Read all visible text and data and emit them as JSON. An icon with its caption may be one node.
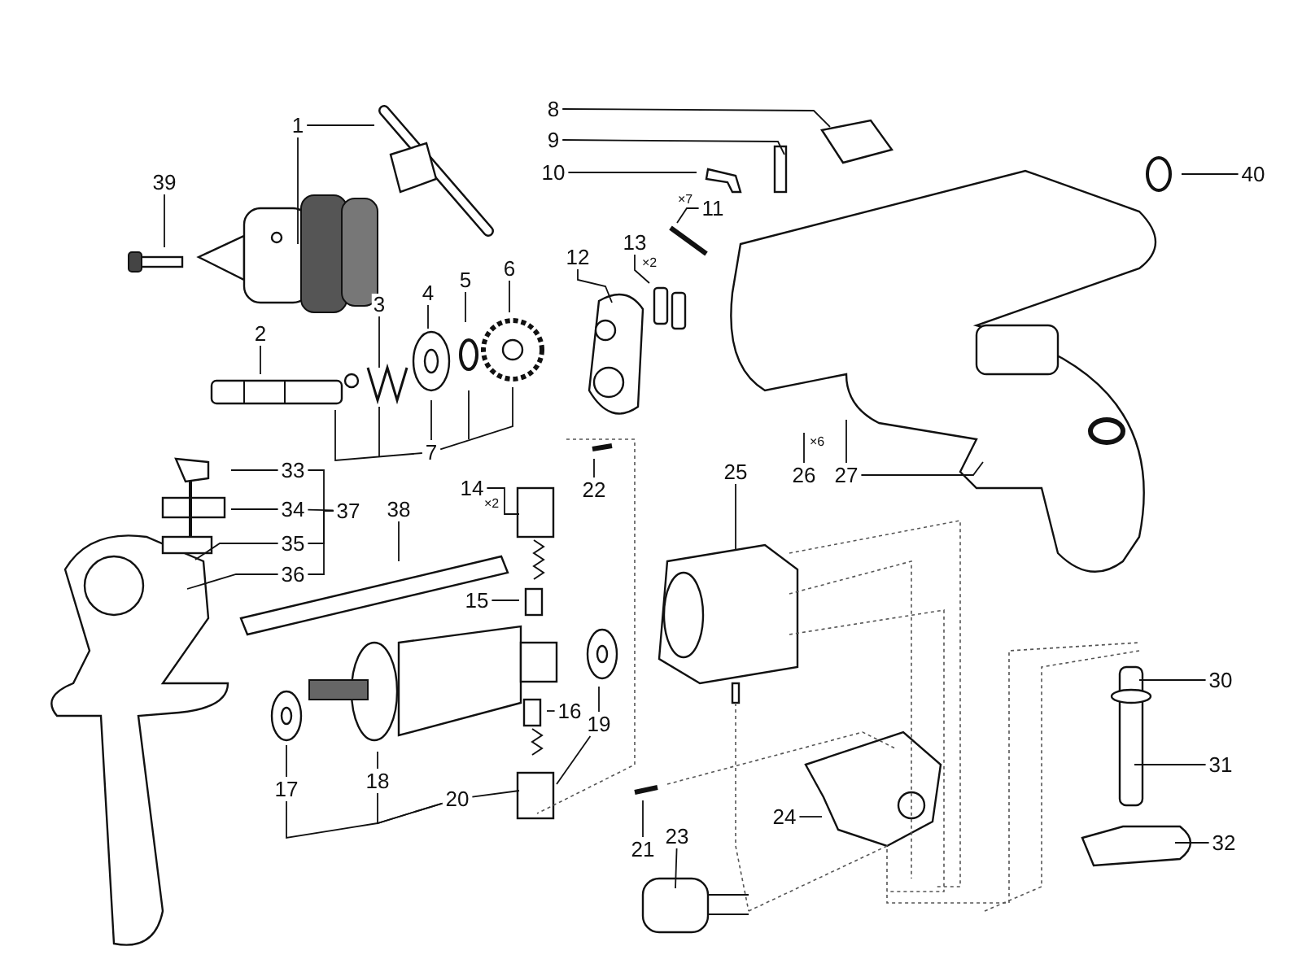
{
  "diagram": {
    "nodes": [
      {
        "text": [
          "1"
        ]
      },
      {
        "text": [
          "2"
        ]
      },
      {
        "text": [
          "3"
        ]
      },
      {
        "text": [
          "4"
        ]
      },
      {
        "text": [
          "5"
        ]
      },
      {
        "text": [
          "6"
        ]
      },
      {
        "text": [
          "7"
        ]
      },
      {
        "text": [
          "8"
        ]
      },
      {
        "text": [
          "9"
        ]
      },
      {
        "text": [
          "10"
        ]
      },
      {
        "text": [
          "11"
        ],
        "beside": [
          "×7"
        ]
      },
      {
        "text": [
          "12"
        ]
      },
      {
        "text": [
          "13"
        ],
        "beside": [
          "×2"
        ]
      },
      {
        "text": [
          "14"
        ],
        "beside": [
          "×2"
        ]
      },
      {
        "text": [
          "15"
        ]
      },
      {
        "text": [
          "16"
        ]
      },
      {
        "text": [
          "17"
        ]
      },
      {
        "text": [
          "18"
        ]
      },
      {
        "text": [
          "19"
        ]
      },
      {
        "text": [
          "20"
        ]
      },
      {
        "text": [
          "21"
        ]
      },
      {
        "text": [
          "22"
        ]
      },
      {
        "text": [
          "23"
        ]
      },
      {
        "text": [
          "24"
        ]
      },
      {
        "text": [
          "25"
        ]
      },
      {
        "text": [
          "26"
        ],
        "beside": [
          "×6"
        ]
      },
      {
        "text": [
          "27"
        ]
      },
      {
        "text": [
          "30"
        ]
      },
      {
        "text": [
          "31"
        ]
      },
      {
        "text": [
          "32"
        ]
      },
      {
        "text": [
          "33"
        ]
      },
      {
        "text": [
          "34"
        ]
      },
      {
        "text": [
          "35"
        ]
      },
      {
        "text": [
          "36"
        ]
      },
      {
        "text": [
          "37"
        ]
      },
      {
        "text": [
          "38"
        ]
      },
      {
        "text": [
          "39"
        ]
      },
      {
        "text": [
          "40"
        ]
      }
    ],
    "edges": [
      {
        "from": 0,
        "to": null,
        "arrow": "none"
      },
      {
        "from": 0,
        "to": null,
        "arrow": "none"
      },
      {
        "from": 36,
        "to": null,
        "arrow": "none"
      },
      {
        "from": 1,
        "to": null,
        "arrow": "none"
      },
      {
        "from": 2,
        "to": null,
        "arrow": "none"
      },
      {
        "from": 3,
        "to": null,
        "arrow": "none"
      },
      {
        "from": 4,
        "to": null,
        "arrow": "none"
      },
      {
        "from": 5,
        "to": null,
        "arrow": "none"
      },
      {
        "from": 6,
        "to": null,
        "arrow": "none"
      },
      {
        "from": 6,
        "to": null,
        "arrow": "none"
      },
      {
        "from": 6,
        "to": null,
        "arrow": "none"
      },
      {
        "from": 7,
        "to": null,
        "arrow": "none"
      },
      {
        "from": 8,
        "to": null,
        "arrow": "none"
      },
      {
        "from": 9,
        "to": null,
        "arrow": "none"
      },
      {
        "from": 10,
        "to": null,
        "arrow": "none"
      },
      {
        "from": 11,
        "to": null,
        "arrow": "none"
      },
      {
        "from": 12,
        "to": null,
        "arrow": "none"
      },
      {
        "from": 13,
        "to": null,
        "arrow": "none"
      },
      {
        "from": 14,
        "to": null,
        "arrow": "none"
      },
      {
        "from": 15,
        "to": null,
        "arrow": "none"
      },
      {
        "from": 16,
        "to": null,
        "arrow": "none"
      },
      {
        "from": 17,
        "to": null,
        "arrow": "none"
      },
      {
        "from": 18,
        "to": null,
        "arrow": "none"
      },
      {
        "from": 19,
        "to": null,
        "arrow": "none"
      },
      {
        "from": 19,
        "to": 16,
        "arrow": "none"
      },
      {
        "from": 19,
        "to": 17,
        "arrow": "none"
      },
      {
        "from": 18,
        "to": null,
        "arrow": "none"
      },
      {
        "from": 20,
        "to": null,
        "arrow": "none"
      },
      {
        "from": 21,
        "to": null,
        "arrow": "none"
      },
      {
        "from": 22,
        "to": null,
        "arrow": "none"
      },
      {
        "from": 23,
        "to": null,
        "arrow": "none"
      },
      {
        "from": 24,
        "to": null,
        "arrow": "none"
      },
      {
        "from": 25,
        "to": null,
        "arrow": "none"
      },
      {
        "from": 26,
        "to": null,
        "arrow": "none"
      },
      {
        "from": 26,
        "to": null,
        "arrow": "none"
      },
      {
        "from": 27,
        "to": null,
        "arrow": "none"
      },
      {
        "from": 28,
        "to": null,
        "arrow": "none"
      },
      {
        "from": 29,
        "to": null,
        "arrow": "none"
      },
      {
        "from": 30,
        "to": null,
        "arrow": "none"
      },
      {
        "from": 31,
        "to": null,
        "arrow": "none"
      },
      {
        "from": 32,
        "to": null,
        "arrow": "none"
      },
      {
        "from": 33,
        "to": null,
        "arrow": "none"
      },
      {
        "from": 34,
        "to": 30,
        "arrow": "none"
      },
      {
        "from": 34,
        "to": 31,
        "arrow": "none"
      },
      {
        "from": 34,
        "to": 32,
        "arrow": "none"
      },
      {
        "from": 34,
        "to": 33,
        "arrow": "none"
      },
      {
        "from": 35,
        "to": null,
        "arrow": "none"
      },
      {
        "from": 37,
        "to": null,
        "arrow": "none"
      }
    ]
  }
}
